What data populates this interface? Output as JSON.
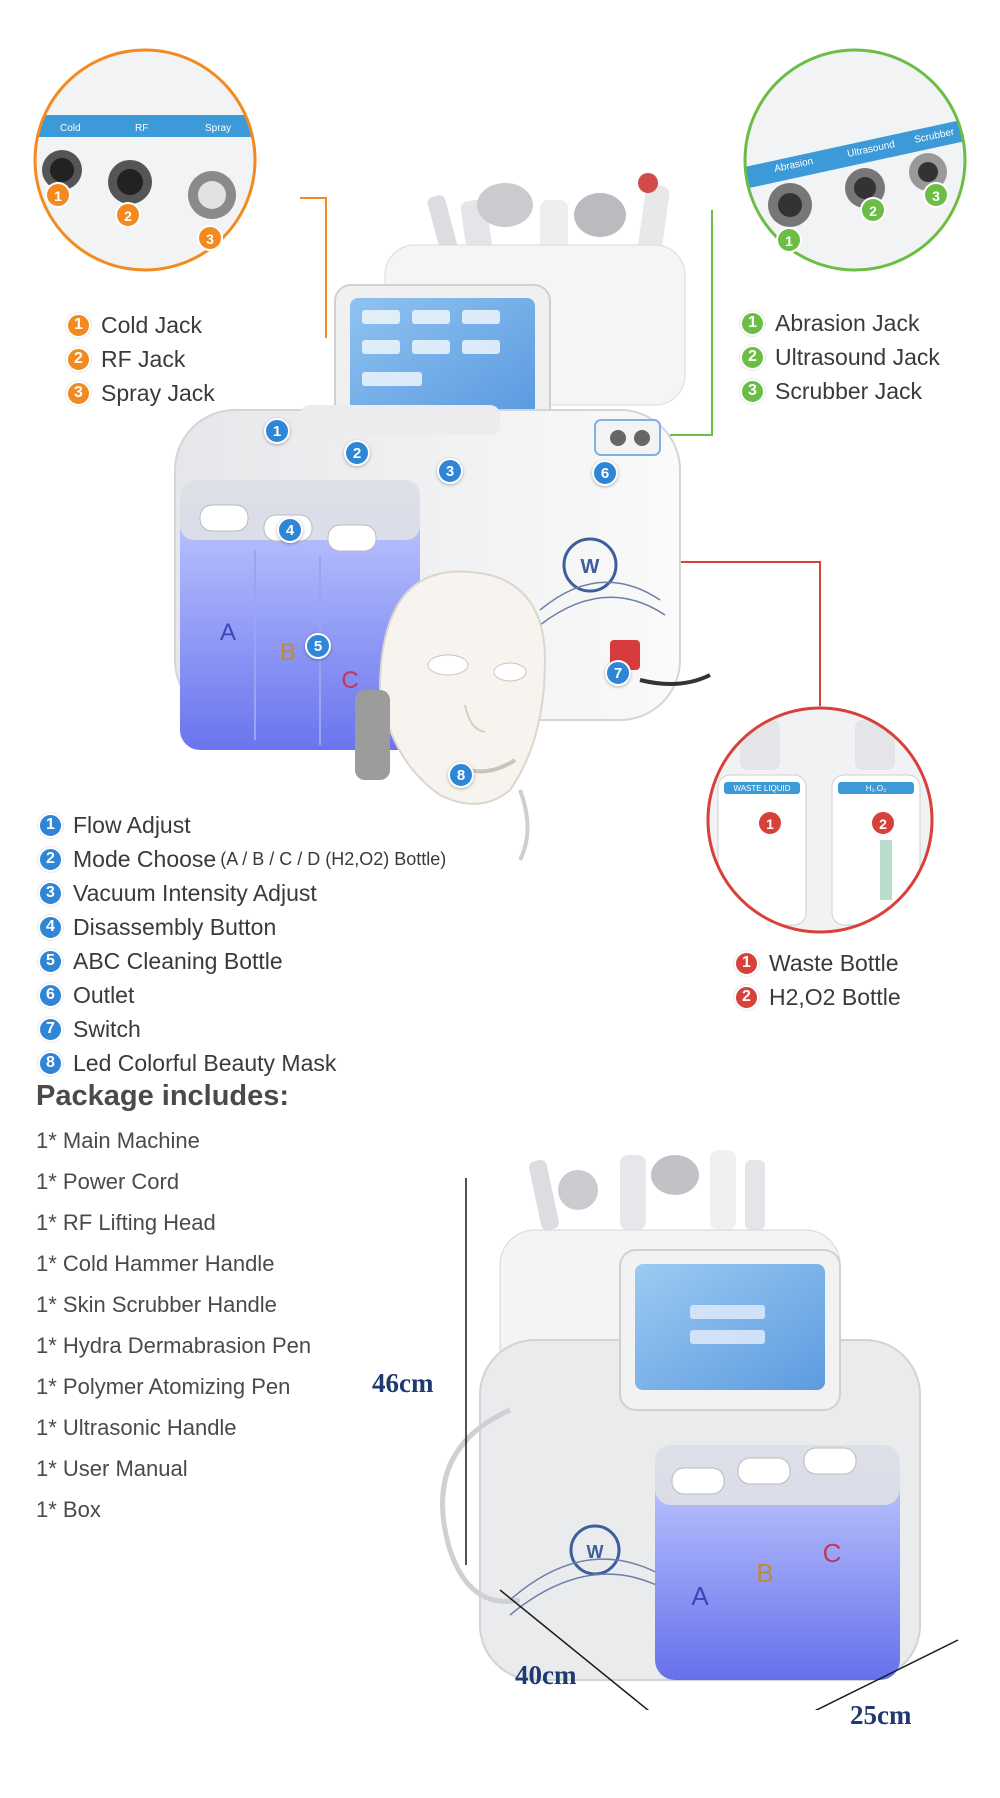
{
  "colors": {
    "orange": "#f28a1f",
    "green": "#6cbd45",
    "blue": "#2f86d6",
    "red": "#d8403a",
    "dimension": "#1f3a6e"
  },
  "top_left_callout": {
    "jack_labels": [
      "Cold",
      "RF",
      "Spray"
    ],
    "items": [
      {
        "num": "1",
        "label": "Cold Jack"
      },
      {
        "num": "2",
        "label": "RF Jack"
      },
      {
        "num": "3",
        "label": "Spray Jack"
      }
    ]
  },
  "top_right_callout": {
    "jack_labels": [
      "Abrasion",
      "Ultrasound",
      "Scrubber"
    ],
    "items": [
      {
        "num": "1",
        "label": "Abrasion Jack"
      },
      {
        "num": "2",
        "label": "Ultrasound Jack"
      },
      {
        "num": "3",
        "label": "Scrubber Jack"
      }
    ]
  },
  "machine_markers": [
    "1",
    "2",
    "3",
    "4",
    "5",
    "6",
    "7",
    "8"
  ],
  "machine_parts": [
    {
      "num": "1",
      "label": "Flow Adjust",
      "sub": ""
    },
    {
      "num": "2",
      "label": "Mode Choose",
      "sub": "(A / B / C / D (H2,O2) Bottle)"
    },
    {
      "num": "3",
      "label": "Vacuum Intensity Adjust",
      "sub": ""
    },
    {
      "num": "4",
      "label": "Disassembly Button",
      "sub": ""
    },
    {
      "num": "5",
      "label": "ABC Cleaning Bottle",
      "sub": ""
    },
    {
      "num": "6",
      "label": "Outlet",
      "sub": ""
    },
    {
      "num": "7",
      "label": "Switch",
      "sub": ""
    },
    {
      "num": "8",
      "label": "Led Colorful Beauty Mask",
      "sub": ""
    }
  ],
  "bottle_callout": {
    "bottle_labels": [
      "WASTE LIQUID",
      "H₂.O₂"
    ],
    "items": [
      {
        "num": "1",
        "label": "Waste Bottle"
      },
      {
        "num": "2",
        "label": "H2,O2 Bottle"
      }
    ]
  },
  "package": {
    "title": "Package includes:",
    "items": [
      "1* Main Machine",
      "1* Power Cord",
      "1* RF Lifting Head",
      "1* Cold Hammer Handle",
      "1* Skin Scrubber Handle",
      "1* Hydra Dermabrasion Pen",
      "1* Polymer Atomizing Pen",
      "1* Ultrasonic Handle",
      "1* User Manual",
      "1* Box"
    ]
  },
  "dimensions": {
    "height": "46cm",
    "width": "40cm",
    "depth": "25cm"
  },
  "bottle_letters": [
    "A",
    "B",
    "C"
  ]
}
